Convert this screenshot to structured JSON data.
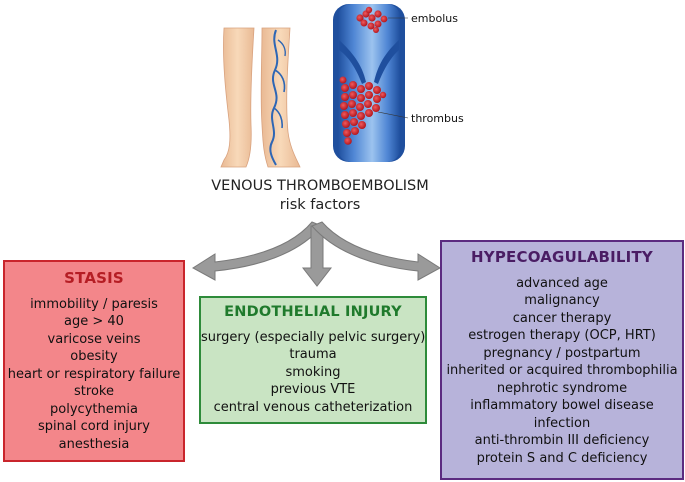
{
  "illustration": {
    "embolus_label": "embolus",
    "thrombus_label": "thrombus"
  },
  "title": {
    "line1": "VENOUS THROMBOEMBOLISM",
    "line2": "risk factors"
  },
  "stasis": {
    "heading": "STASIS",
    "items": [
      "immobility / paresis",
      "age > 40",
      "varicose veins",
      "obesity",
      "heart or respiratory failure",
      "stroke",
      "polycythemia",
      "spinal cord injury",
      "anesthesia"
    ]
  },
  "endothelial": {
    "heading": "ENDOTHELIAL INJURY",
    "items": [
      "surgery (especially pelvic surgery)",
      "trauma",
      "smoking",
      "previous VTE",
      "central venous catheterization"
    ]
  },
  "hypercoag": {
    "heading": "HYPECOAGULABILITY",
    "items": [
      "advanced age",
      "malignancy",
      "cancer therapy",
      "estrogen therapy (OCP, HRT)",
      "pregnancy / postpartum",
      "inherited or acquired thrombophilia",
      "nephrotic syndrome",
      "inflammatory bowel disease",
      "infection",
      "anti-thrombin III deficiency",
      "protein S and C deficiency"
    ]
  },
  "colors": {
    "stasis_fill": "#f3868a",
    "stasis_border": "#c9252c",
    "endothelial_fill": "#c9e4c3",
    "endothelial_border": "#2e8b3a",
    "hypercoag_fill": "#b7b3da",
    "hypercoag_border": "#5b2b80",
    "arrow": "#9a9a9a",
    "vein": "#2d66b5",
    "blood_cell": "#d4242c",
    "skin": "#f5d1ad"
  }
}
